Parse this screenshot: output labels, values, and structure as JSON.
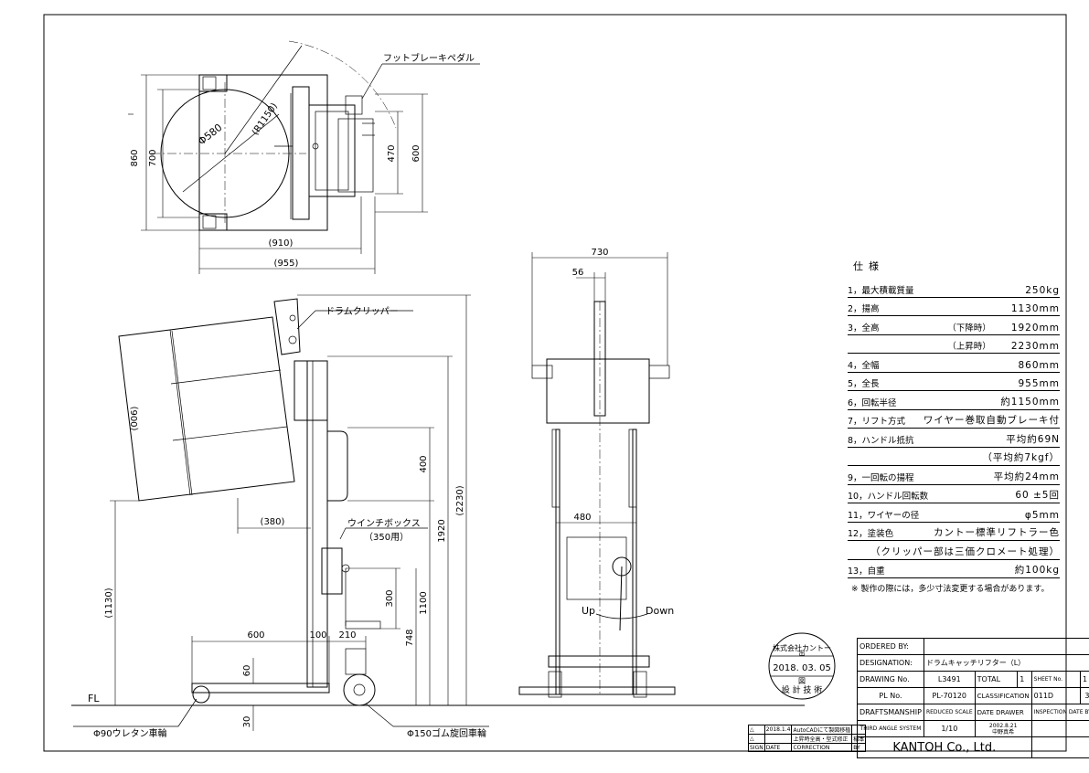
{
  "top_view": {
    "label_foot_brake": "フットブレーキペダル",
    "dim_860": "860",
    "dim_700": "700",
    "dim_580": "Φ580",
    "dim_r1150": "(R1150)",
    "dim_470": "470",
    "dim_600": "600",
    "dim_910": "(910)",
    "dim_955": "(955)"
  },
  "side_view": {
    "label_drum_clipper": "ドラムクリッパー",
    "label_winch_box": "ウインチボックス",
    "label_winch_box_sub": "（350用）",
    "dim_900": "(006)",
    "dim_380": "(380)",
    "dim_400": "400",
    "dim_1920": "1920",
    "dim_2230": "(2230)",
    "dim_1130": "(1130)",
    "dim_300": "300",
    "dim_1100": "1100",
    "dim_748": "748",
    "dim_600": "600",
    "dim_100": "100",
    "dim_210": "210",
    "dim_60": "60",
    "dim_30": "30",
    "label_fl": "FL",
    "label_wheel_90": "Φ90ウレタン車輪",
    "label_wheel_150": "Φ150ゴム旋回車輪"
  },
  "front_view": {
    "dim_730": "730",
    "dim_56": "56",
    "dim_480": "480",
    "label_up": "Up",
    "label_down": "Down"
  },
  "specs": {
    "title": "仕様",
    "rows": [
      {
        "k": "1，最大積載質量",
        "mid": "",
        "v": "250kg"
      },
      {
        "k": "2，揚高",
        "mid": "",
        "v": "1130mm"
      },
      {
        "k": "3，全高",
        "mid": "（下降時）",
        "v": "1920mm"
      },
      {
        "k": "",
        "mid": "（上昇時）",
        "v": "2230mm"
      },
      {
        "k": "4，全幅",
        "mid": "",
        "v": "860mm"
      },
      {
        "k": "5，全長",
        "mid": "",
        "v": "955mm"
      },
      {
        "k": "6，回転半径",
        "mid": "",
        "v": "約1150mm"
      },
      {
        "k": "7，リフト方式",
        "mid": "",
        "v": "ワイヤー巻取自動ブレーキ付"
      },
      {
        "k": "8，ハンドル抵抗",
        "mid": "",
        "v": "平均約69N"
      },
      {
        "k": "",
        "mid": "",
        "v": "（平均約7kgf）"
      },
      {
        "k": "9，一回転の揚程",
        "mid": "",
        "v": "平均約24mm"
      },
      {
        "k": "10，ハンドル回転数",
        "mid": "",
        "v": "60 ±5回"
      },
      {
        "k": "11，ワイヤーの径",
        "mid": "",
        "v": "φ5mm"
      },
      {
        "k": "12，塗装色",
        "mid": "",
        "v": "カントー標準リフトラー色"
      },
      {
        "k": "",
        "mid": "",
        "v": "（クリッパー部は三価クロメート処理）"
      },
      {
        "k": "13，自重",
        "mid": "",
        "v": "約100kg"
      }
    ],
    "note": "※ 製作の際には，多少寸法変更する場合があります。"
  },
  "stamp": {
    "top": "株式会社カントー",
    "out": "出",
    "date": "2018. 03. 05",
    "fig": "図",
    "bottom": "設 計 技 術"
  },
  "title_block": {
    "ordered_by_label": "ORDERED BY:",
    "ordered_by_value": "",
    "designation_label": "DESIGNATION:",
    "designation_value": "ドラムキャッチリフター（L）",
    "drawing_no_label": "DRAWING No.",
    "drawing_no_value": "L3491",
    "total_label": "TOTAL",
    "total_value": "1",
    "sheet_label": "SHEET No.",
    "sheet_value": "1",
    "pl_no_label": "PL No.",
    "pl_no_value": "PL-70120",
    "classification_label": "CLASSIFICATION",
    "classification_value": "011D",
    "classification_circle": "3",
    "draftsmanship_label": "DRAFTSMANSHIP",
    "reduced_scale_label": "REDUCED SCALE",
    "date_drawer_label": "DATE DRAWER",
    "inspection_label": "INSPECTION DATE BY",
    "third_angle_label": "THIRD ANGLE SYSTEM",
    "scale_value": "1/10",
    "date_value": "2002.8.21",
    "drawer_value": "中野真希",
    "company": "KANTOH Co., Ltd."
  },
  "revisions": {
    "rows": [
      {
        "sign": "△",
        "date": "2018.1.4",
        "correction": "AutoCADにて製図移植",
        "by": ""
      },
      {
        "sign": "△",
        "date": "",
        "correction": "上昇時全高・型式修正",
        "by": "稲本"
      }
    ],
    "headers": {
      "sign": "SIGN",
      "date": "DATE",
      "correction": "CORRECTION",
      "by": "BY"
    }
  }
}
